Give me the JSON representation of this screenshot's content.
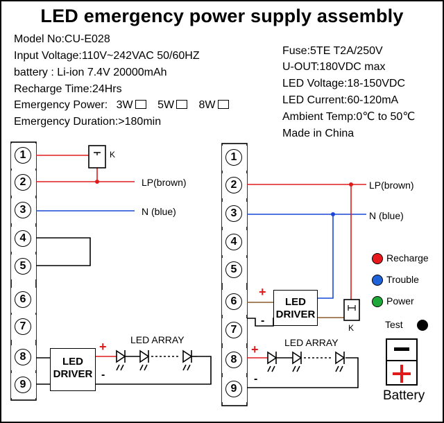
{
  "title": "LED emergency power supply assembly",
  "specs_left": [
    "Model No:CU-E028",
    "Input Voltage:110V~242VAC 50/60HZ",
    "battery : Li-ion 7.4V 20000mAh",
    "Recharge Time:24Hrs"
  ],
  "emergency_power": {
    "label": "Emergency Power:",
    "options": [
      "3W",
      "5W",
      "8W"
    ]
  },
  "emergency_duration": "Emergency Duration:>180min",
  "specs_right": [
    "Fuse:5TE  T2A/250V",
    "U-OUT:180VDC  max",
    "LED Voltage:18-150VDC",
    "LED Current:60-120mA",
    "Ambient Temp:0℃  to 50℃",
    "Made in China"
  ],
  "terminals": [
    "1",
    "2",
    "3",
    "4",
    "5",
    "6",
    "7",
    "8",
    "9"
  ],
  "left_diagram": {
    "switch_label": "K",
    "lp_label": "LP(brown)",
    "n_label": "N (blue)",
    "driver_label": [
      "LED",
      "DRIVER"
    ],
    "led_array_label": "LED ARRAY",
    "plus": "+",
    "minus": "-"
  },
  "right_diagram": {
    "switch_label": "K",
    "lp_label": "LP(brown)",
    "n_label": "N (blue)",
    "driver_label": [
      "LED",
      "DRIVER"
    ],
    "led_array_label": "LED ARRAY",
    "plus": "+",
    "minus": "-"
  },
  "legend": [
    {
      "label": "Recharge",
      "color": "#e8191c"
    },
    {
      "label": "Trouble",
      "color": "#1f63d8"
    },
    {
      "label": "Power",
      "color": "#1fa83a"
    }
  ],
  "test_label": "Test",
  "battery": {
    "label": "Battery",
    "minus": "−",
    "plus": "+"
  },
  "colors": {
    "live": "#e01a1a",
    "neutral": "#1947d6",
    "brown": "#8a5a2b"
  }
}
